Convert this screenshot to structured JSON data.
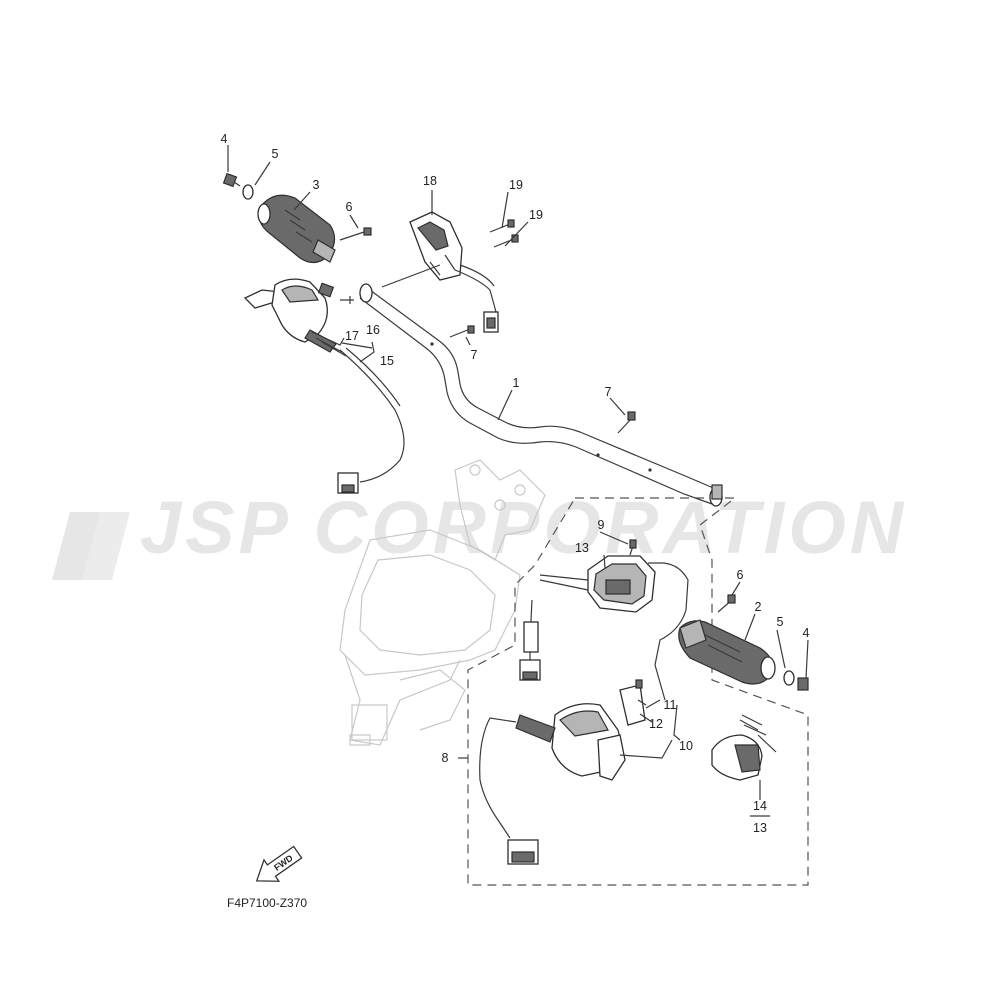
{
  "watermark": "JSP CORPORATION",
  "diagram_code": "F4P7100-Z370",
  "fwd_label": "FWD",
  "callouts": [
    {
      "id": "c4a",
      "text": "4"
    },
    {
      "id": "c5a",
      "text": "5"
    },
    {
      "id": "c3",
      "text": "3"
    },
    {
      "id": "c6a",
      "text": "6"
    },
    {
      "id": "c18",
      "text": "18"
    },
    {
      "id": "c19a",
      "text": "19"
    },
    {
      "id": "c19b",
      "text": "19"
    },
    {
      "id": "c17",
      "text": "17"
    },
    {
      "id": "c16",
      "text": "16"
    },
    {
      "id": "c15",
      "text": "15"
    },
    {
      "id": "c7a",
      "text": "7"
    },
    {
      "id": "c1",
      "text": "1"
    },
    {
      "id": "c7b",
      "text": "7"
    },
    {
      "id": "c9",
      "text": "9"
    },
    {
      "id": "c13a",
      "text": "13"
    },
    {
      "id": "c6b",
      "text": "6"
    },
    {
      "id": "c2",
      "text": "2"
    },
    {
      "id": "c5b",
      "text": "5"
    },
    {
      "id": "c4b",
      "text": "4"
    },
    {
      "id": "c11",
      "text": "11"
    },
    {
      "id": "c12",
      "text": "12"
    },
    {
      "id": "c10",
      "text": "10"
    },
    {
      "id": "c8",
      "text": "8"
    },
    {
      "id": "c14",
      "text": "14"
    },
    {
      "id": "c13b",
      "text": "13"
    }
  ]
}
